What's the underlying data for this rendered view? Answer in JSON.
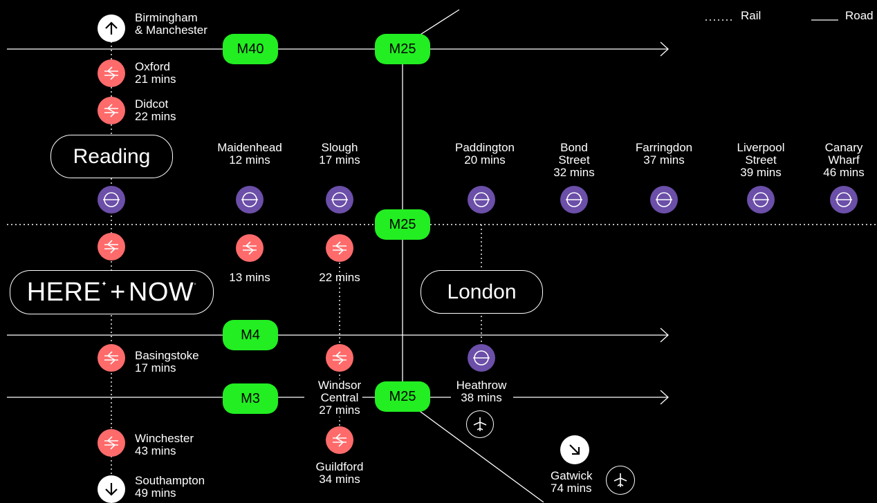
{
  "legend": {
    "rail": "Rail",
    "road": "Road"
  },
  "places": {
    "reading": "Reading",
    "london": "London",
    "logo": {
      "left": "HERE",
      "plus": "+",
      "right": "NOW"
    }
  },
  "motorways": {
    "m40": "M40",
    "m25_top": "M25",
    "m25_mid": "M25",
    "m4": "M4",
    "m3": "M3",
    "m25_bottom": "M25"
  },
  "stops": {
    "birmingham": {
      "line1": "Birmingham",
      "line2": "& Manchester"
    },
    "oxford": {
      "name": "Oxford",
      "time": "21 mins"
    },
    "didcot": {
      "name": "Didcot",
      "time": "22 mins"
    },
    "maidenhead": {
      "name": "Maidenhead",
      "time": "12 mins",
      "rail_time": "13 mins"
    },
    "slough": {
      "name": "Slough",
      "time": "17 mins",
      "rail_time": "22 mins"
    },
    "paddington": {
      "name": "Paddington",
      "time": "20 mins"
    },
    "bond_street": {
      "line1": "Bond",
      "line2": "Street",
      "time": "32 mins"
    },
    "farringdon": {
      "name": "Farringdon",
      "time": "37 mins"
    },
    "liverpool_street": {
      "line1": "Liverpool",
      "line2": "Street",
      "time": "39 mins"
    },
    "canary_wharf": {
      "line1": "Canary",
      "line2": "Wharf",
      "time": "46 mins"
    },
    "basingstoke": {
      "name": "Basingstoke",
      "time": "17 mins"
    },
    "windsor": {
      "line1": "Windsor",
      "line2": "Central",
      "time": "27 mins"
    },
    "heathrow": {
      "name": "Heathrow",
      "time": "38 mins"
    },
    "guildford": {
      "name": "Guildford",
      "time": "34 mins"
    },
    "winchester": {
      "name": "Winchester",
      "time": "43 mins"
    },
    "southampton": {
      "name": "Southampton",
      "time": "49 mins"
    },
    "gatwick": {
      "name": "Gatwick",
      "time": "74 mins"
    }
  },
  "colors": {
    "background": "#000000",
    "motorway": "#22ee22",
    "rail_icon": "#ff6b6b",
    "tube_icon": "#6b4fa8"
  }
}
